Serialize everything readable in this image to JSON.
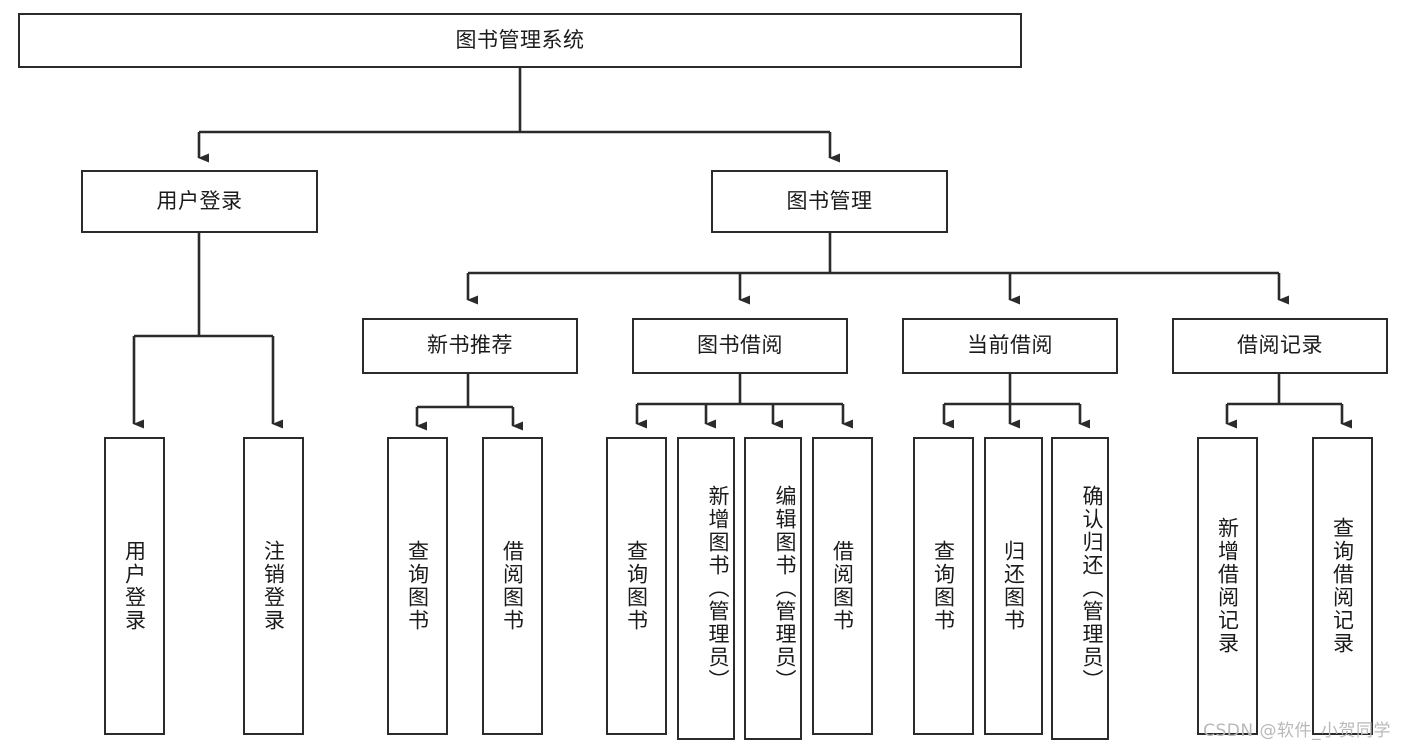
{
  "diagram": {
    "type": "tree-hierarchy",
    "title": "图书管理系统",
    "root": {
      "id": "root",
      "label": "图书管理系统"
    },
    "level2": [
      {
        "id": "user-login",
        "label": "用户登录"
      },
      {
        "id": "book-manage",
        "label": "图书管理"
      }
    ],
    "level3": [
      {
        "id": "new-book-recommend",
        "label": "新书推荐",
        "parent": "book-manage"
      },
      {
        "id": "book-borrow",
        "label": "图书借阅",
        "parent": "book-manage"
      },
      {
        "id": "current-borrow",
        "label": "当前借阅",
        "parent": "book-manage"
      },
      {
        "id": "borrow-record",
        "label": "借阅记录",
        "parent": "book-manage"
      }
    ],
    "leaves": {
      "user-login": [
        {
          "id": "leaf-user-login",
          "label": "用户登录"
        },
        {
          "id": "leaf-user-logout",
          "label": "注销登录"
        }
      ],
      "new-book-recommend": [
        {
          "id": "leaf-query-book-1",
          "label": "查询图书"
        },
        {
          "id": "leaf-borrow-book-1",
          "label": "借阅图书"
        }
      ],
      "book-borrow": [
        {
          "id": "leaf-query-book-2",
          "label": "查询图书"
        },
        {
          "id": "leaf-add-book",
          "label": "新增图书（管理员）"
        },
        {
          "id": "leaf-edit-book",
          "label": "编辑图书（管理员）"
        },
        {
          "id": "leaf-borrow-book-2",
          "label": "借阅图书"
        }
      ],
      "current-borrow": [
        {
          "id": "leaf-query-book-3",
          "label": "查询图书"
        },
        {
          "id": "leaf-return-book",
          "label": "归还图书"
        },
        {
          "id": "leaf-confirm-return",
          "label": "确认归还（管理员）"
        }
      ],
      "borrow-record": [
        {
          "id": "leaf-add-record",
          "label": "新增借阅记录"
        },
        {
          "id": "leaf-query-record",
          "label": "查询借阅记录"
        }
      ]
    },
    "colors": {
      "stroke": "#2b2b2b",
      "fill": "#ffffff",
      "text": "#1b1b1b",
      "watermark": "#b9b9b9"
    }
  },
  "watermark": {
    "text": "CSDN @软件_小贺同学"
  }
}
